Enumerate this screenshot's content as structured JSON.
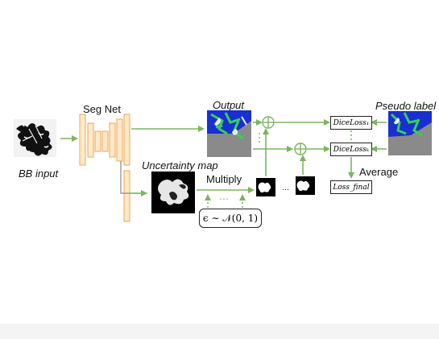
{
  "labels": {
    "seg_net": "Seg Net",
    "bb_input": "BB input",
    "output": "Output",
    "uncertainty_map": "Uncertainty map",
    "multiply": "Multiply",
    "pseudo_label": "Pseudo label",
    "average": "Average",
    "ellipsis_mid": "...",
    "ellipsis_vert": "⋮"
  },
  "math": {
    "epsilon": "ϵ ∼ 𝒩(0, 1)",
    "dice_loss_1": "DiceLoss₁",
    "dice_loss_k": "DiceLossₖ",
    "loss_final": "Loss_final"
  },
  "colors": {
    "arrow": "#7ab55c",
    "encoder_fill": "#fde9c8",
    "encoder_stroke": "#e8a85a",
    "seg_blue": "#1a2fd0",
    "seg_green": "#35d255",
    "seg_gray": "#8a8a8a",
    "seg_white": "#e8f0f0"
  }
}
